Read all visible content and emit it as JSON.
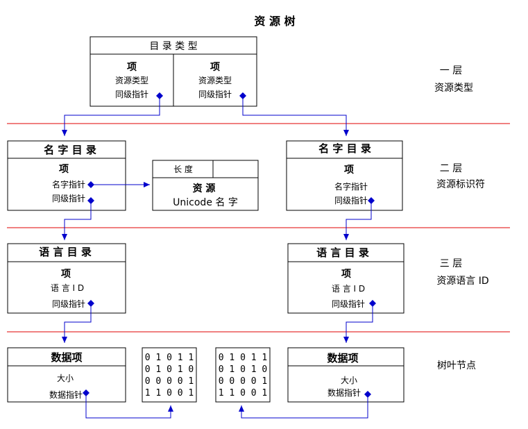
{
  "title": "资 源 树",
  "layer1": {
    "box_header": "目 录 类 型",
    "left": {
      "item": "项",
      "type": "资源类型",
      "sibling": "同级指针"
    },
    "right": {
      "item": "项",
      "type": "资源类型",
      "sibling": "同级指针"
    },
    "label_top": "一 层",
    "label_bottom": "资源类型"
  },
  "layer2": {
    "left": {
      "header": "名 字 目 录",
      "item": "项",
      "name_ptr": "名字指针",
      "sibling": "同级指针"
    },
    "resource": {
      "length": "长 度",
      "title": "资 源",
      "unicode": "Unicode 名 字"
    },
    "right": {
      "header": "名 字 目 录",
      "item": "项",
      "name_ptr": "名字指针",
      "sibling": "同级指针"
    },
    "label_top": "二 层",
    "label_bottom": "资源标识符"
  },
  "layer3": {
    "left": {
      "header": "语 言 目 录",
      "item": "项",
      "lang": "语 言 I D",
      "sibling": "同级指针"
    },
    "right": {
      "header": "语 言 目 录",
      "item": "项",
      "lang": "语 言 I D",
      "sibling": "同级指针"
    },
    "label_top": "三 层",
    "label_bottom": "资源语言 ID"
  },
  "layer4": {
    "left": {
      "header": "数据项",
      "size": "大小",
      "data_ptr": "数据指针"
    },
    "right": {
      "header": "数据项",
      "size": "大小",
      "data_ptr": "数据指针"
    },
    "bits_left": [
      "0 1 0 1 1",
      "0 1 0 1 0",
      "0 0 0 0 1",
      "1 1 0 0 1"
    ],
    "bits_right": [
      "0 1 0 1 1",
      "0 1 0 1 0",
      "0 0 0 0 1",
      "1 1 0 0 1"
    ],
    "label": "树叶节点"
  }
}
